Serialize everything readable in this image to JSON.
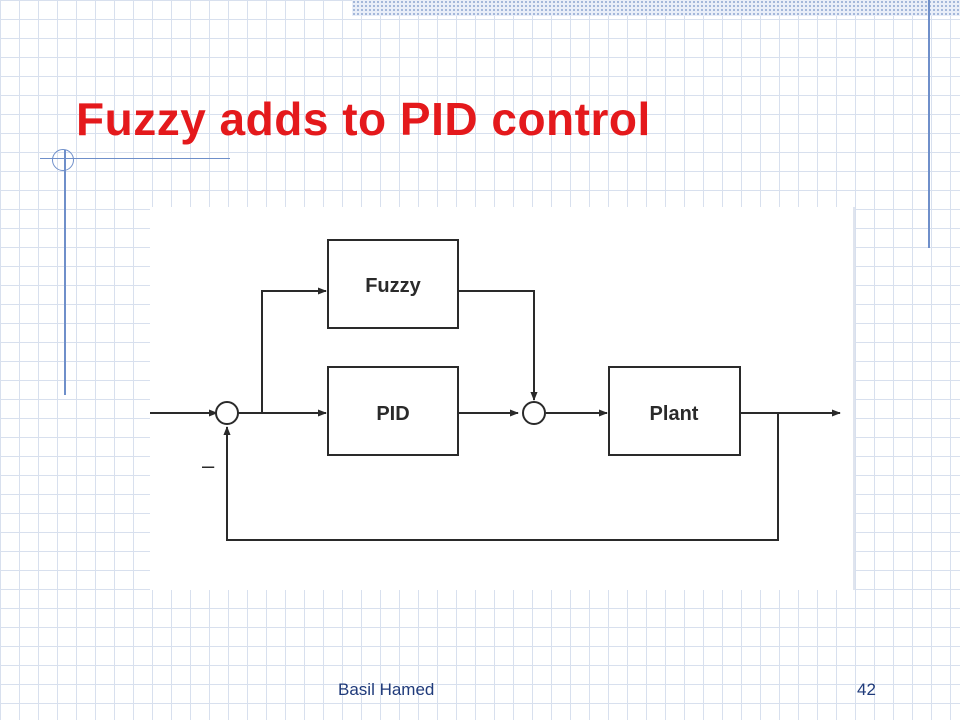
{
  "slide": {
    "title": "Fuzzy adds to PID control",
    "footer": {
      "author": "Basil Hamed",
      "page_number": "42"
    }
  },
  "diagram": {
    "blocks": {
      "fuzzy": "Fuzzy",
      "pid": "PID",
      "plant": "Plant"
    },
    "minus_sign": "–"
  },
  "colors": {
    "title": "#e4191c",
    "footer": "#1f3a7a",
    "grid": "#d8e0ee",
    "accent_lines": "#6f8fca"
  }
}
